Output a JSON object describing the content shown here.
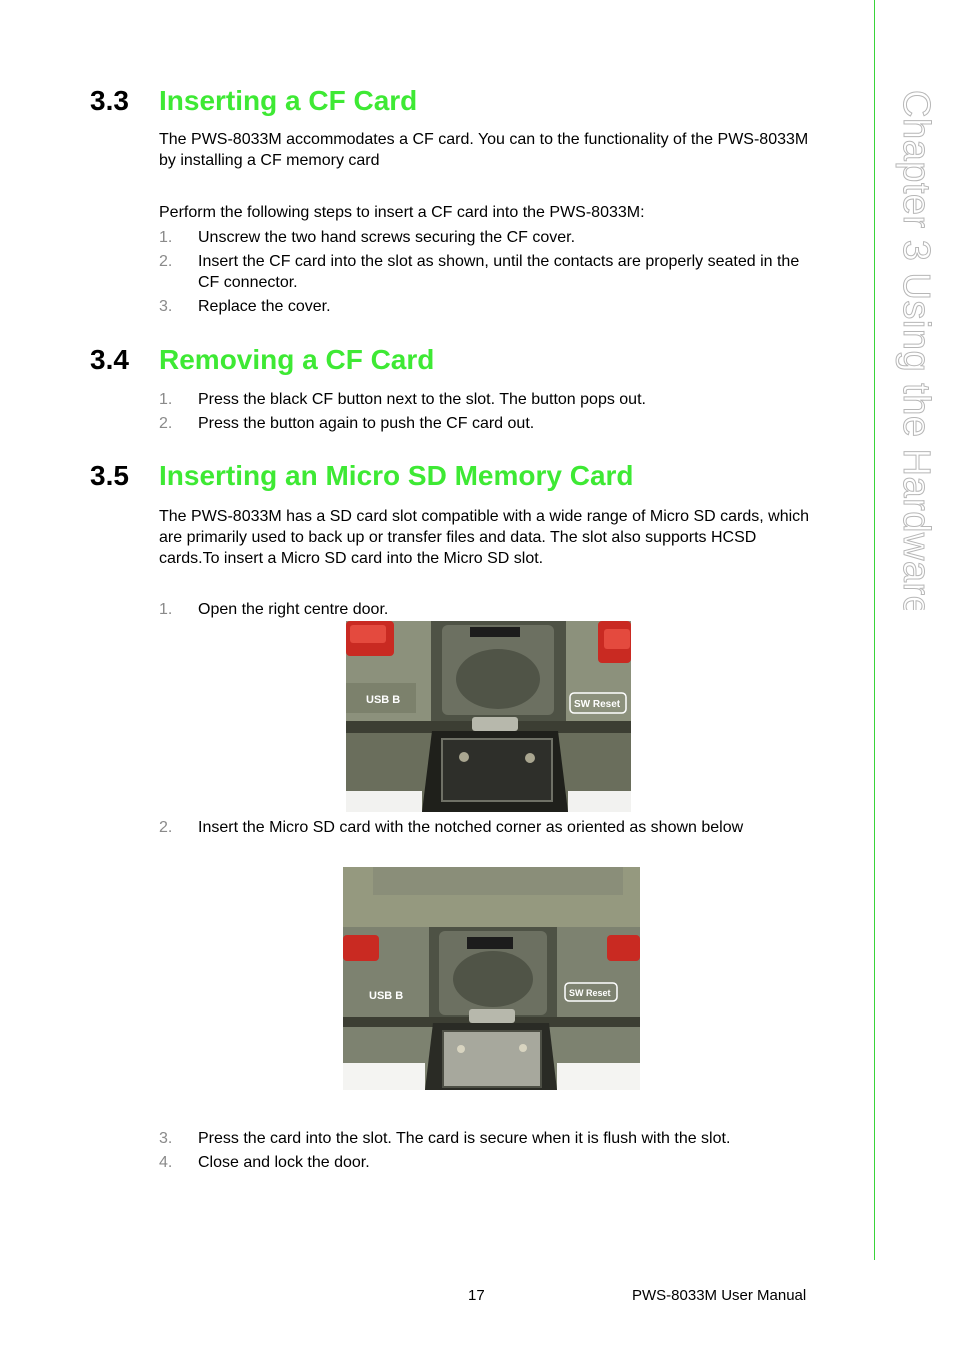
{
  "sidebar": {
    "chapter_tab": "Chapter 3   Using the Hardware"
  },
  "sections": {
    "s33": {
      "number": "3.3",
      "title": "Inserting a CF Card",
      "intro": "The PWS-8033M accommodates a CF card. You can to the functionality of the PWS-8033M by installing a CF memory card",
      "lead": "Perform the following steps to insert a CF card into the PWS-8033M:",
      "steps": [
        {
          "n": "1.",
          "text": "Unscrew the two hand screws securing the CF cover."
        },
        {
          "n": "2.",
          "text": "Insert the CF card into the slot as shown, until the contacts are properly seated in the CF connector."
        },
        {
          "n": "3.",
          "text": "Replace the cover."
        }
      ]
    },
    "s34": {
      "number": "3.4",
      "title": "Removing a CF Card",
      "steps": [
        {
          "n": "1.",
          "text": "Press the black CF button next to the slot. The button pops out."
        },
        {
          "n": "2.",
          "text": "Press the button again to push the CF card out."
        }
      ]
    },
    "s35": {
      "number": "3.5",
      "title": "Inserting an Micro SD Memory Card",
      "intro": "The PWS-8033M has a SD card slot compatible with a wide range of Micro SD cards, which are primarily used to back up or transfer files and data. The slot also supports HCSD cards.To insert a Micro SD card into the Micro SD slot.",
      "steps": [
        {
          "n": "1.",
          "text": "Open the right centre door."
        },
        {
          "n": "2.",
          "text": "Insert the Micro SD card with the notched corner as oriented as shown below"
        },
        {
          "n": "3.",
          "text": "Press the card into the slot. The card is secure when it is flush with the slot."
        },
        {
          "n": "4.",
          "text": "Close and lock the door."
        }
      ]
    }
  },
  "photos": {
    "door_open": {
      "label_left": "USB B",
      "label_right": "SW Reset"
    },
    "card_insert": {
      "label_left": "USB B",
      "label_right": "SW Reset"
    }
  },
  "footer": {
    "page_number": "17",
    "manual_title": "PWS-8033M User Manual"
  },
  "colors": {
    "heading_green": "#3ee934",
    "rule_green": "#39d43a",
    "step_number_gray": "#8a8a8a"
  }
}
